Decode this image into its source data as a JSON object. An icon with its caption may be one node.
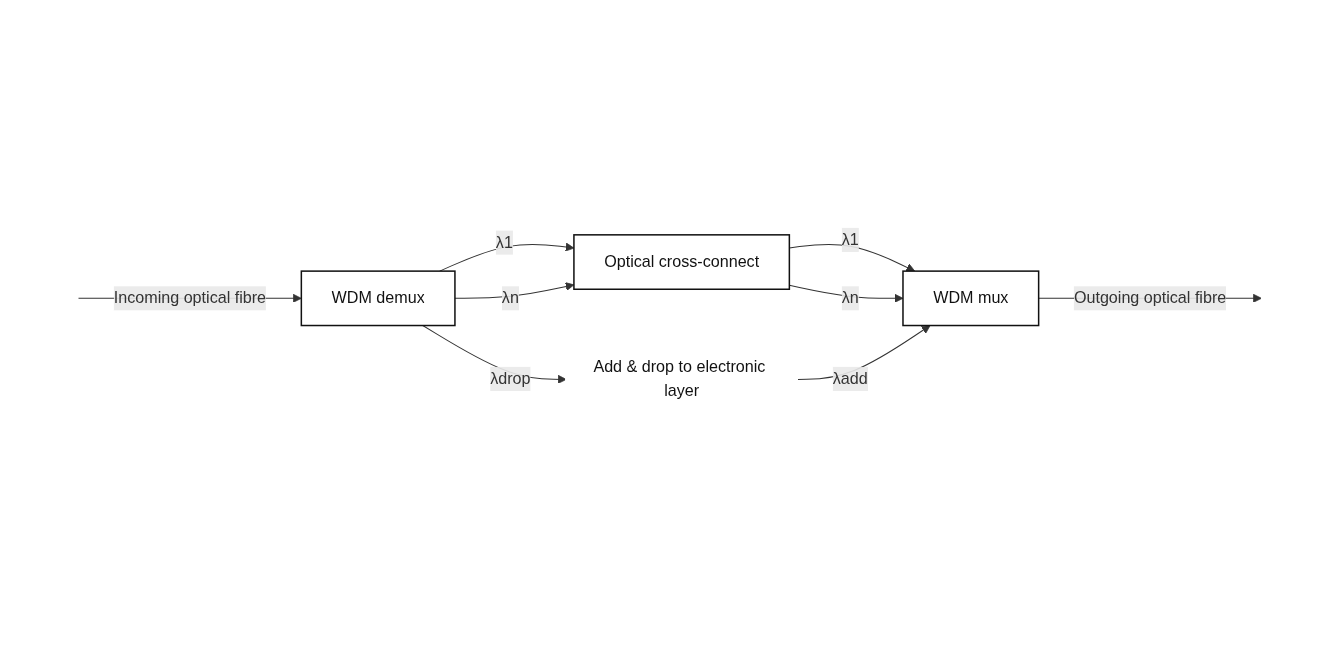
{
  "diagram": {
    "nodes": [
      {
        "text": [
          "WDM demux"
        ]
      },
      {
        "text": [
          "Optical cross-connect"
        ]
      },
      {
        "text": [
          "WDM mux"
        ]
      },
      {
        "text": [
          "Add & drop to electronic layer"
        ]
      }
    ],
    "edges": [
      {
        "from": null,
        "to": 0,
        "arrow": "to",
        "label": "Incoming optical fibre"
      },
      {
        "from": 0,
        "to": 1,
        "arrow": "to",
        "label": "λ1"
      },
      {
        "from": 0,
        "to": 1,
        "arrow": "to",
        "label": "λn"
      },
      {
        "from": 1,
        "to": 2,
        "arrow": "to",
        "label": "λ1"
      },
      {
        "from": 1,
        "to": 2,
        "arrow": "to",
        "label": "λn"
      },
      {
        "from": 2,
        "to": null,
        "arrow": "to",
        "label": "Outgoing optical fibre"
      },
      {
        "from": 0,
        "to": 3,
        "arrow": "to",
        "label": "λdrop"
      },
      {
        "from": 3,
        "to": 2,
        "arrow": "to",
        "label": "λadd"
      }
    ]
  }
}
